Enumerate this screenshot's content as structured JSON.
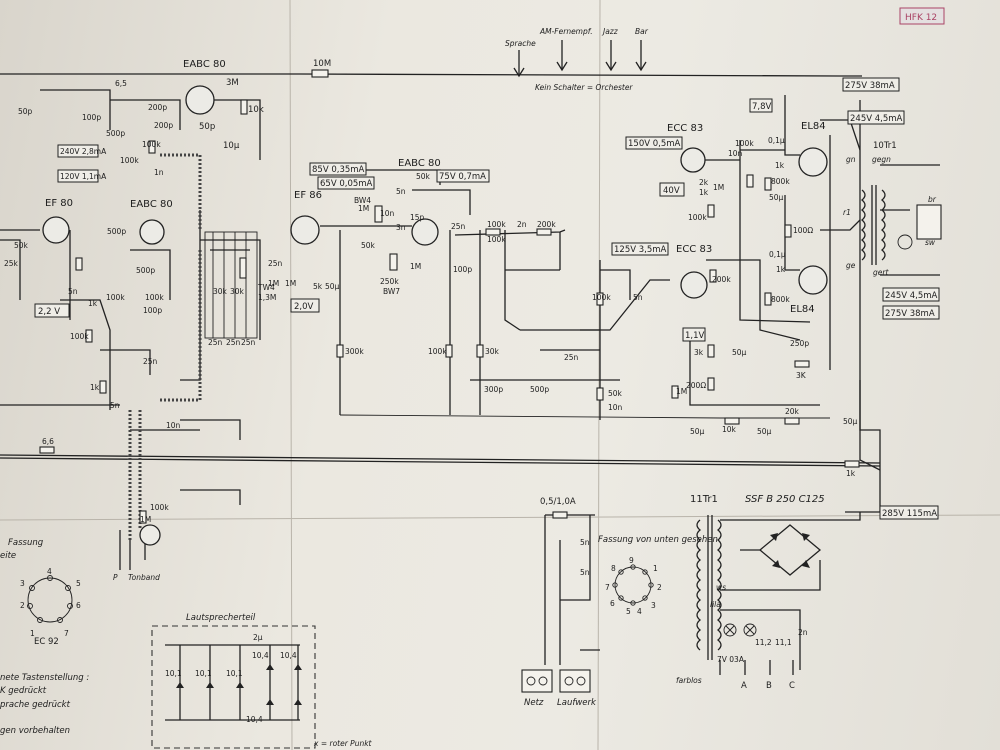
{
  "sheet_ref": "HFK 12",
  "tubes": [
    {
      "id": "eabc80_top",
      "label": "EABC 80"
    },
    {
      "id": "ef80",
      "label": "EF 80"
    },
    {
      "id": "eabc80_mid",
      "label": "EABC 80"
    },
    {
      "id": "ef86",
      "label": "EF 86"
    },
    {
      "id": "eabc80_right",
      "label": "EABC 80"
    },
    {
      "id": "ecc83_top",
      "label": "ECC 83"
    },
    {
      "id": "ecc83_mid",
      "label": "ECC 83"
    },
    {
      "id": "el84_top",
      "label": "EL84"
    },
    {
      "id": "el84_bot",
      "label": "EL84"
    }
  ],
  "switch_labels": [
    "Sprache",
    "AM-Fernempf.",
    "Jazz",
    "Bar"
  ],
  "switch_note": "Kein Schalter = Orchester",
  "voltage_boxes": [
    {
      "id": "v_240",
      "text": "240V 2,8mA"
    },
    {
      "id": "v_120",
      "text": "120V 1,1mA"
    },
    {
      "id": "v_22",
      "text": "2,2 V"
    },
    {
      "id": "v_85",
      "text": "85V 0,35mA"
    },
    {
      "id": "v_65",
      "text": "65V 0,05mA"
    },
    {
      "id": "v_20",
      "text": "2,0V"
    },
    {
      "id": "v_75",
      "text": "75V 0,7mA"
    },
    {
      "id": "v_150",
      "text": "150V 0,5mA"
    },
    {
      "id": "v_40",
      "text": "40V"
    },
    {
      "id": "v_78",
      "text": "7,8V"
    },
    {
      "id": "v_275a",
      "text": "275V 38mA"
    },
    {
      "id": "v_245a",
      "text": "245V 4,5mA"
    },
    {
      "id": "v_125",
      "text": "125V 3,5mA"
    },
    {
      "id": "v_11",
      "text": "1,1V"
    },
    {
      "id": "v_245b",
      "text": "245V 4,5mA"
    },
    {
      "id": "v_275b",
      "text": "275V 38mA"
    },
    {
      "id": "v_285",
      "text": "285V 115mA"
    }
  ],
  "component_labels": [
    {
      "id": "r_10m",
      "text": "10M"
    },
    {
      "id": "r_3m",
      "text": "3M"
    },
    {
      "id": "r_10k_a",
      "text": "10k"
    },
    {
      "id": "c_50p_a",
      "text": "50p"
    },
    {
      "id": "c_10u",
      "text": "10µ"
    },
    {
      "id": "v_65b",
      "text": "6,5"
    },
    {
      "id": "c_100p_a",
      "text": "100p"
    },
    {
      "id": "c_200p_a",
      "text": "200p"
    },
    {
      "id": "c_200p_b",
      "text": "200p"
    },
    {
      "id": "c_500p_a",
      "text": "500p"
    },
    {
      "id": "r_100k_a",
      "text": "100k"
    },
    {
      "id": "r_100k_b",
      "text": "100k"
    },
    {
      "id": "c_1n_a",
      "text": "1n"
    },
    {
      "id": "c_50p_b",
      "text": "50p"
    },
    {
      "id": "r_50k_a",
      "text": "50k"
    },
    {
      "id": "r_25k_a",
      "text": "25k"
    },
    {
      "id": "c_500p_b",
      "text": "500p"
    },
    {
      "id": "c_500p_c",
      "text": "500p"
    },
    {
      "id": "r_100k_c",
      "text": "100k"
    },
    {
      "id": "r_100k_d",
      "text": "100k"
    },
    {
      "id": "c_100p_b",
      "text": "100p"
    },
    {
      "id": "c_25n_a",
      "text": "25n"
    },
    {
      "id": "c_5n_a",
      "text": "5n"
    },
    {
      "id": "r_1k_a",
      "text": "1k"
    },
    {
      "id": "r_100k_e",
      "text": "100k"
    },
    {
      "id": "r_1k_b",
      "text": "1k"
    },
    {
      "id": "c_5n_b",
      "text": "5n"
    },
    {
      "id": "v_66",
      "text": "6,6"
    },
    {
      "id": "tw4",
      "text": "TW4"
    },
    {
      "id": "tw4_val",
      "text": "1,3M"
    },
    {
      "id": "r_25n_b",
      "text": "25n"
    },
    {
      "id": "r_1m_a",
      "text": "1M"
    },
    {
      "id": "r_1m_b",
      "text": "1M"
    },
    {
      "id": "r_5k",
      "text": "5k"
    },
    {
      "id": "c_50u_a",
      "text": "50µ"
    },
    {
      "id": "r_30k_a",
      "text": "30k"
    },
    {
      "id": "r_30k_b",
      "text": "30k"
    },
    {
      "id": "c_25n_c",
      "text": "25n"
    },
    {
      "id": "c_25n_d",
      "text": "25n"
    },
    {
      "id": "c_25n_e",
      "text": "25n"
    },
    {
      "id": "bw4",
      "text": "BW4"
    },
    {
      "id": "bw4_val",
      "text": "1M"
    },
    {
      "id": "c_5n_c",
      "text": "5n"
    },
    {
      "id": "c_10n_a",
      "text": "10n"
    },
    {
      "id": "c_3n",
      "text": "3n"
    },
    {
      "id": "r_50k_b",
      "text": "50k"
    },
    {
      "id": "r_1m_c",
      "text": "1M"
    },
    {
      "id": "r_250k",
      "text": "250k"
    },
    {
      "id": "bw7",
      "text": "BW7"
    },
    {
      "id": "r_50k_c",
      "text": "50k"
    },
    {
      "id": "c_15p",
      "text": "15p"
    },
    {
      "id": "c_25n_f",
      "text": "25n"
    },
    {
      "id": "r_100k_f",
      "text": "100k"
    },
    {
      "id": "r_100k_g",
      "text": "100k"
    },
    {
      "id": "c_100p_c",
      "text": "100p"
    },
    {
      "id": "r_300k",
      "text": "300k"
    },
    {
      "id": "r_100k_h",
      "text": "100k"
    },
    {
      "id": "r_30k_c",
      "text": "30k"
    },
    {
      "id": "c_300p",
      "text": "300p"
    },
    {
      "id": "c_2n",
      "text": "2n"
    },
    {
      "id": "r_200k_a",
      "text": "200k"
    },
    {
      "id": "r_100k_i",
      "text": "100k"
    },
    {
      "id": "c_5n_d",
      "text": "5n"
    },
    {
      "id": "c_25n_g",
      "text": "25n"
    },
    {
      "id": "c_500p_d",
      "text": "500p"
    },
    {
      "id": "r_50k_d",
      "text": "50k"
    },
    {
      "id": "c_10n_b",
      "text": "10n"
    },
    {
      "id": "r_100k_j",
      "text": "100k"
    },
    {
      "id": "r_2k",
      "text": "2k"
    },
    {
      "id": "r_1k_c",
      "text": "1k"
    },
    {
      "id": "r_1m_d",
      "text": "1M"
    },
    {
      "id": "c_10n_c",
      "text": "10n"
    },
    {
      "id": "r_100k_k",
      "text": "100k"
    },
    {
      "id": "c_01u",
      "text": "0,1µ"
    },
    {
      "id": "r_1k_d",
      "text": "1k"
    },
    {
      "id": "r_800k_a",
      "text": "800k"
    },
    {
      "id": "c_50u_b",
      "text": "50µ"
    },
    {
      "id": "r_100ohm",
      "text": "100Ω"
    },
    {
      "id": "c_01u_b",
      "text": "0,1µ"
    },
    {
      "id": "r_1k_e",
      "text": "1k"
    },
    {
      "id": "r_800k_b",
      "text": "800k"
    },
    {
      "id": "r_200k_b",
      "text": "200k"
    },
    {
      "id": "r_3k",
      "text": "3k"
    },
    {
      "id": "c_50u_c",
      "text": "50µ"
    },
    {
      "id": "r_200ohm",
      "text": "200Ω"
    },
    {
      "id": "c_250p",
      "text": "250p"
    },
    {
      "id": "r_3k_b",
      "text": "3K"
    },
    {
      "id": "r_1m_e",
      "text": "1M"
    },
    {
      "id": "c_50u_d",
      "text": "50µ"
    },
    {
      "id": "r_10k_b",
      "text": "10k"
    },
    {
      "id": "c_50u_e",
      "text": "50µ"
    },
    {
      "id": "r_20k",
      "text": "20k"
    },
    {
      "id": "c_50u_f",
      "text": "50µ"
    },
    {
      "id": "r_1k_f",
      "text": "1k"
    },
    {
      "id": "tr_10",
      "text": "10Tr1"
    },
    {
      "id": "gn",
      "text": "gn"
    },
    {
      "id": "gegn",
      "text": "gegn"
    },
    {
      "id": "r1",
      "text": "r1"
    },
    {
      "id": "ge",
      "text": "ge"
    },
    {
      "id": "gert",
      "text": "gert"
    },
    {
      "id": "br",
      "text": "br"
    },
    {
      "id": "sw",
      "text": "sw"
    },
    {
      "id": "c_10m_b",
      "text": "10n"
    },
    {
      "id": "r_100k_l",
      "text": "100k"
    },
    {
      "id": "c_1m_f",
      "text": "1M"
    },
    {
      "id": "fuse",
      "text": "0,5/1,0A"
    },
    {
      "id": "c_5n_e",
      "text": "5n"
    },
    {
      "id": "c_5n_f",
      "text": "5n"
    },
    {
      "id": "tr_11",
      "text": "11Tr1"
    },
    {
      "id": "rect",
      "text": "SSF B 250 C125"
    },
    {
      "id": "socket_title",
      "text": "Fassung von unten gesehen"
    },
    {
      "id": "ws",
      "text": "ws"
    },
    {
      "id": "lila",
      "text": "lila"
    },
    {
      "id": "farblos",
      "text": "farblos"
    },
    {
      "id": "lamp",
      "text": "7V 03A"
    },
    {
      "id": "w11_2",
      "text": "11,2"
    },
    {
      "id": "w11_1",
      "text": "11,1"
    },
    {
      "id": "c_2n_b",
      "text": "2n"
    },
    {
      "id": "tp_a",
      "text": "A"
    },
    {
      "id": "tp_b",
      "text": "B"
    },
    {
      "id": "tp_c",
      "text": "C"
    },
    {
      "id": "netz",
      "text": "Netz"
    },
    {
      "id": "laufwerk",
      "text": "Laufwerk"
    },
    {
      "id": "tonband",
      "text": "Tonband"
    },
    {
      "id": "tonband_p",
      "text": "P"
    },
    {
      "id": "ec92",
      "text": "EC 92"
    },
    {
      "id": "speaker_title",
      "text": "Lautsprecherteil"
    },
    {
      "id": "c_2u",
      "text": "2µ"
    },
    {
      "id": "s_10_1a",
      "text": "10,1"
    },
    {
      "id": "s_10_1b",
      "text": "10,1"
    },
    {
      "id": "s_10_1c",
      "text": "10,1"
    },
    {
      "id": "s_10_4a",
      "text": "10,4"
    },
    {
      "id": "s_10_4b",
      "text": "10,4"
    },
    {
      "id": "s_10_4c",
      "text": "10,4"
    },
    {
      "id": "roter",
      "text": "x = roter Punkt"
    }
  ],
  "left_notes": [
    {
      "id": "n1",
      "text": "Fassung"
    },
    {
      "id": "n2",
      "text": "eite"
    },
    {
      "id": "n3",
      "text": "nete Tastenstellung :"
    },
    {
      "id": "n4",
      "text": "K gedrückt"
    },
    {
      "id": "n5",
      "text": "prache gedrückt"
    },
    {
      "id": "n6",
      "text": "gen vorbehalten"
    }
  ],
  "pin_numbers": [
    "1",
    "2",
    "3",
    "4",
    "5",
    "6",
    "7",
    "8",
    "9"
  ]
}
